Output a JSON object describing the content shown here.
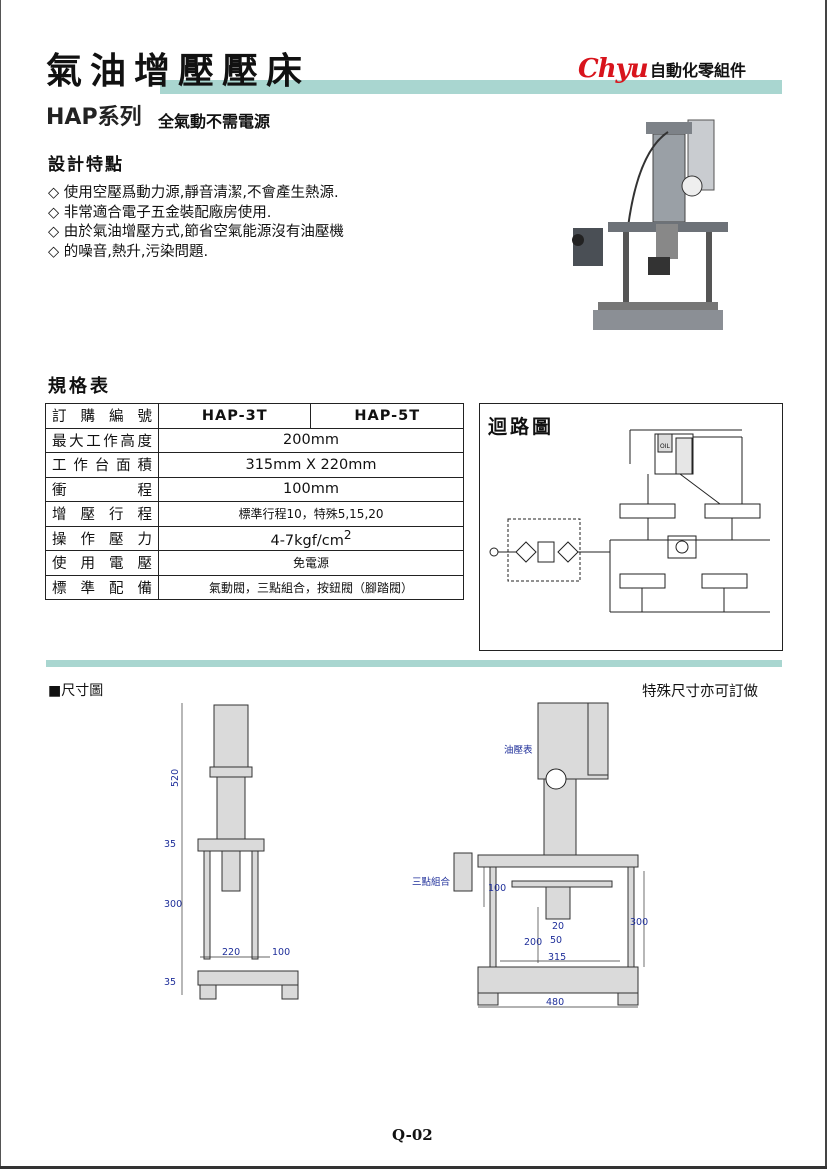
{
  "header": {
    "title": "氣油增壓壓床",
    "brand_logo": "Chyu",
    "brand_subtitle": "自動化零組件"
  },
  "series": {
    "name": "HAP系列",
    "subtitle": "全氣動不需電源"
  },
  "design": {
    "heading": "設計特點",
    "features": [
      "使用空壓爲動力源,靜音清潔,不會產生熱源.",
      "非常適合電子五金裝配廠房使用.",
      "由於氣油增壓方式,節省空氣能源沒有油壓機",
      "的噪音,熱升,污染問題."
    ]
  },
  "spec": {
    "heading": "規格表",
    "rows": [
      {
        "label": "訂購編號",
        "v1": "HAP-3T",
        "v2": "HAP-5T"
      },
      {
        "label": "最大工作高度",
        "value": "200mm"
      },
      {
        "label": "工作台面積",
        "value": "315mm X 220mm"
      },
      {
        "label": "衝程",
        "value": "100mm"
      },
      {
        "label": "增壓行程",
        "value": "標準行程10，特殊5,15,20"
      },
      {
        "label": "操作壓力",
        "value": "4-7kgf/cm",
        "sup": "2"
      },
      {
        "label": "使用電壓",
        "value": "免電源"
      },
      {
        "label": "標準配備",
        "value": "氣動閥，三點組合，按鈕閥（腳踏閥）"
      }
    ]
  },
  "circuit": {
    "title": "迴路圖",
    "oil_label": "OIL"
  },
  "dimensions": {
    "label": "■尺寸圖",
    "note": "特殊尺寸亦可訂做",
    "left": {
      "d520": "520",
      "d35a": "35",
      "d300": "300",
      "d35b": "35",
      "d220": "220",
      "d100": "100"
    },
    "right": {
      "gauge": "油壓表",
      "frl": "三點組合",
      "d100": "100",
      "d200": "200",
      "d20": "20",
      "d50": "50",
      "d315": "315",
      "d300": "300",
      "d480": "480"
    }
  },
  "footer": {
    "page": "Q-02"
  },
  "colors": {
    "accent_band": "#a9d6d0",
    "brand_red": "#d8141c",
    "dim_blue": "#1f2f9a"
  }
}
